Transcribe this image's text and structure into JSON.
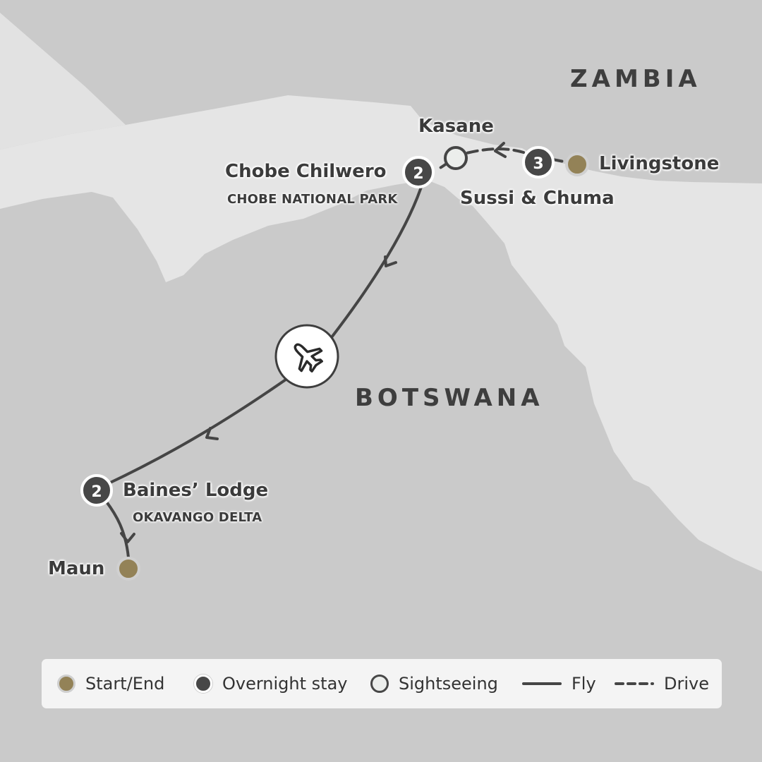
{
  "countries": {
    "zambia": "ZAMBIA",
    "botswana": "BOTSWANA"
  },
  "places": {
    "kasane": "Kasane",
    "chobe_chilwero": "Chobe Chilwero",
    "chobe_np": "CHOBE NATIONAL PARK",
    "livingstone": "Livingstone",
    "sussi_chuma": "Sussi & Chuma",
    "baines_lodge": "Baines’ Lodge",
    "okavango": "OKAVANGO DELTA",
    "maun": "Maun"
  },
  "stops": {
    "chobe_nights": "2",
    "sussi_nights": "3",
    "baines_nights": "2"
  },
  "icons": {
    "flight": "airplane-icon"
  },
  "colors": {
    "map_background": "#cacaca",
    "land_light": "#e6e6e6",
    "route": "#454545",
    "start_end": "#938257",
    "overnight": "#474747",
    "sightseeing": "#eceeec"
  },
  "legend": {
    "start_end": "Start/End",
    "overnight": "Overnight stay",
    "sightseeing": "Sightseeing",
    "fly": "Fly",
    "drive": "Drive"
  }
}
